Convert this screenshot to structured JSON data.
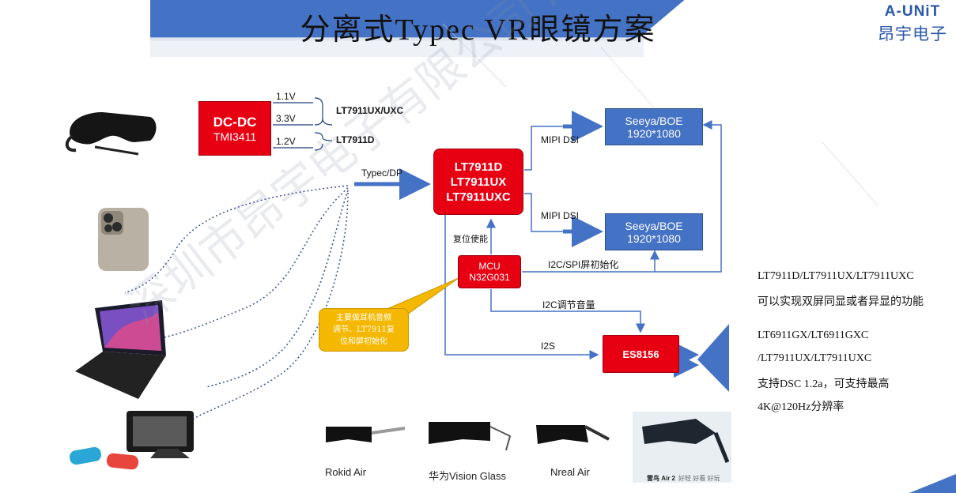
{
  "header": {
    "title": "分离式Typec VR眼镜方案",
    "logo_top": "A-UNiT",
    "logo_bottom": "昂宇电子",
    "accent_color": "#4472c4"
  },
  "power": {
    "dcdc_line1": "DC-DC",
    "dcdc_line2": "TMI3411",
    "v1": "1.1V",
    "v2": "3.3V",
    "v3": "1.2V",
    "target1": "LT7911UX/UXC",
    "target2": "LT7911D"
  },
  "main_chip": {
    "line1": "LT7911D",
    "line2": "LT7911UX",
    "line3": "LT7911UXC"
  },
  "input_label": "Typec/DP",
  "display1": {
    "line1": "Seeya/BOE",
    "line2": "1920*1080",
    "link": "MIPI DSI"
  },
  "display2": {
    "line1": "Seeya/BOE",
    "line2": "1920*1080",
    "link": "MIPI DSI"
  },
  "mcu": {
    "line1": "MCU",
    "line2": "N32G031"
  },
  "labels": {
    "reset": "复位使能",
    "i2c_spi": "I2C/SPI屏初始化",
    "i2c_vol": "I2C调节音量",
    "i2s": "I2S"
  },
  "audio": {
    "chip": "ES8156"
  },
  "callout": {
    "line1": "主要做耳机音频",
    "line2": "调节、LT7911复",
    "line3": "位和屏初始化"
  },
  "notes": {
    "n1a": "LT7911D/LT7911UX/LT7911UXC",
    "n1b": "可以实现双屏同显或者异显的功能",
    "n2a": "LT6911GX/LT6911GXC",
    "n2b": "/LT7911UX/LT7911UXC",
    "n2c": "支持DSC 1.2a，可支持最高",
    "n2d": "4K@120Hz分辨率"
  },
  "products": {
    "p1": "Rokid Air",
    "p2": "华为Vision Glass",
    "p3": "Nreal Air",
    "p4": "雷鸟 Air 2",
    "p4_tag": "好轻 好看 好玩"
  },
  "watermark": "深圳市昂宇电子有限公司 A-unit",
  "colors": {
    "red": "#e60012",
    "blue": "#4472c4",
    "yellow": "#f5b800",
    "header_blue": "#4472c4"
  }
}
